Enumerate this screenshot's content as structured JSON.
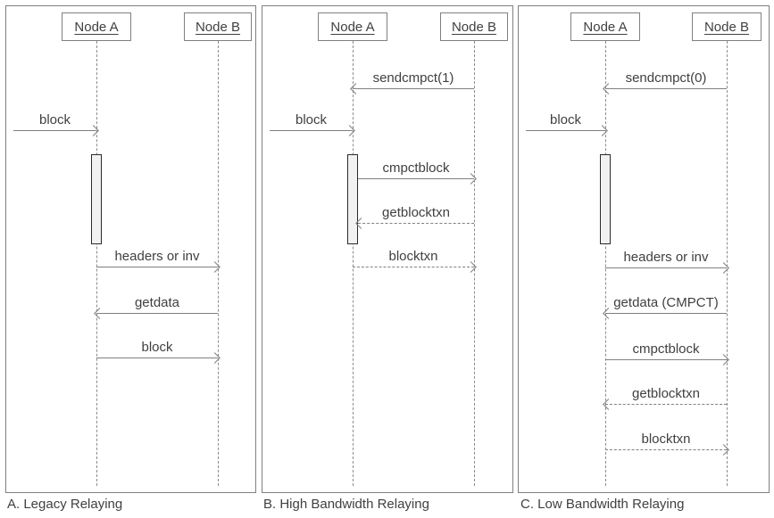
{
  "colors": {
    "line": "#808080",
    "text": "#404040",
    "activation_fill": "#f2f2f2",
    "activation_border": "#2b2b2b",
    "background": "#ffffff"
  },
  "panels": [
    {
      "caption": "A. Legacy Relaying",
      "actors": [
        {
          "name": "Node A"
        },
        {
          "name": "Node B"
        }
      ],
      "messages": [
        {
          "label": "block",
          "from": "external",
          "to": "Node A",
          "style": "solid"
        },
        {
          "label": "headers or inv",
          "from": "Node A",
          "to": "Node B",
          "style": "solid"
        },
        {
          "label": "getdata",
          "from": "Node B",
          "to": "Node A",
          "style": "solid"
        },
        {
          "label": "block",
          "from": "Node A",
          "to": "Node B",
          "style": "solid"
        }
      ]
    },
    {
      "caption": "B. High Bandwidth Relaying",
      "actors": [
        {
          "name": "Node A"
        },
        {
          "name": "Node B"
        }
      ],
      "messages": [
        {
          "label": "sendcmpct(1)",
          "from": "Node B",
          "to": "Node A",
          "style": "solid"
        },
        {
          "label": "block",
          "from": "external",
          "to": "Node A",
          "style": "solid"
        },
        {
          "label": "cmpctblock",
          "from": "Node A",
          "to": "Node B",
          "style": "solid"
        },
        {
          "label": "getblocktxn",
          "from": "Node B",
          "to": "Node A",
          "style": "dashed"
        },
        {
          "label": "blocktxn",
          "from": "Node A",
          "to": "Node B",
          "style": "dashed"
        }
      ]
    },
    {
      "caption": "C. Low Bandwidth Relaying",
      "actors": [
        {
          "name": "Node A"
        },
        {
          "name": "Node B"
        }
      ],
      "messages": [
        {
          "label": "sendcmpct(0)",
          "from": "Node B",
          "to": "Node A",
          "style": "solid"
        },
        {
          "label": "block",
          "from": "external",
          "to": "Node A",
          "style": "solid"
        },
        {
          "label": "headers or inv",
          "from": "Node A",
          "to": "Node B",
          "style": "solid"
        },
        {
          "label": "getdata (CMPCT)",
          "from": "Node B",
          "to": "Node A",
          "style": "solid"
        },
        {
          "label": "cmpctblock",
          "from": "Node A",
          "to": "Node B",
          "style": "solid"
        },
        {
          "label": "getblocktxn",
          "from": "Node B",
          "to": "Node A",
          "style": "dashed"
        },
        {
          "label": "blocktxn",
          "from": "Node A",
          "to": "Node B",
          "style": "dashed"
        }
      ]
    }
  ]
}
